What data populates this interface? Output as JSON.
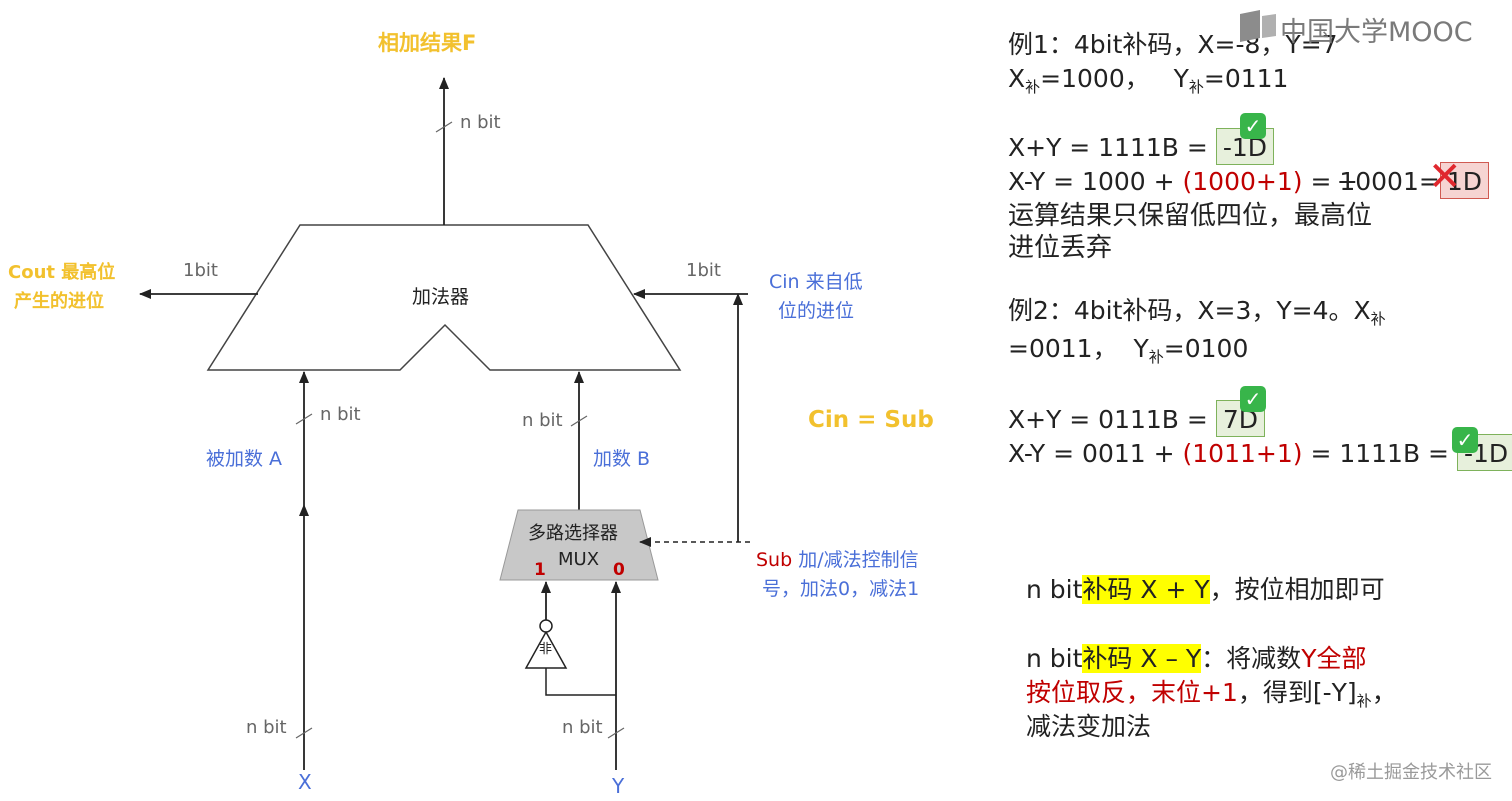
{
  "brand": {
    "logo_text": "中国大学MOOC",
    "watermark": "@稀土掘金技术社区"
  },
  "diagram": {
    "result_label": "相加结果F",
    "bits": {
      "top": "n bit",
      "cout": "1bit",
      "cin": "1bit",
      "a": "n bit",
      "b": "n bit",
      "x": "n bit",
      "y": "n bit"
    },
    "adder_label": "加法器",
    "cout_label_1": "Cout 最高位",
    "cout_label_2": "产生的进位",
    "cin_label_1": "Cin 来自低",
    "cin_label_2": "位的进位",
    "cin_eq": "Cin = Sub",
    "operand_a": "被加数 A",
    "operand_b": "加数 B",
    "mux_line1": "多路选择器",
    "mux_line2": "MUX",
    "mux_in1": "1",
    "mux_in0": "0",
    "sub_label_1_a": "Sub",
    "sub_label_1_b": "加/减法控制信",
    "sub_label_2": "号，加法0，减法1",
    "not_label": "非",
    "input_x": "X",
    "input_y": "Y"
  },
  "notes": {
    "ex1_title": "例1：4bit补码，X=-8，Y=7",
    "ex1_comp_x": "X",
    "ex1_sub": "补",
    "ex1_comp_x_val": "=1000，",
    "ex1_comp_y": "Y",
    "ex1_comp_y_val": "=0111",
    "ex1_add_pre": "X+Y = 1111B = ",
    "ex1_add_val": "-1D",
    "ex1_sub_pre": "X-Y = 1000 + ",
    "ex1_sub_red": "(1000+1)",
    "ex1_sub_mid": " = ",
    "ex1_sub_strike": "1",
    "ex1_sub_rest": "0001=",
    "ex1_sub_val": "1D",
    "ex1_note_1": "运算结果只保留低四位，最高位",
    "ex1_note_2": "进位丢弃",
    "ex2_title": "例2：4bit补码，X=3，Y=4。X",
    "ex2_line2_a": "=0011，",
    "ex2_line2_y": "Y",
    "ex2_line2_val": "=0100",
    "ex2_add_pre": "X+Y = 0111B = ",
    "ex2_add_val": "7D",
    "ex2_sub_pre": "X-Y = 0011 + ",
    "ex2_sub_red": "(1011+1)",
    "ex2_sub_mid": " = 1111B = ",
    "ex2_sub_val": "-1D",
    "rule1_pre": "n bit",
    "rule1_hl": "补码 X + Y",
    "rule1_post": "，按位相加即可",
    "rule2_pre": "n bit",
    "rule2_hl": "补码 X – Y",
    "rule2_mid": "：将减数",
    "rule2_red1": "Y全部",
    "rule3_red": "按位取反，末位+1",
    "rule3_post": "，得到[-Y]",
    "rule3_tail": "，",
    "rule4": "减法变加法"
  },
  "colors": {
    "yellow": "#f2c12e",
    "blue": "#4a6fd8",
    "red": "#c00000",
    "green": "#38b54a",
    "highlight": "#ffff00"
  }
}
